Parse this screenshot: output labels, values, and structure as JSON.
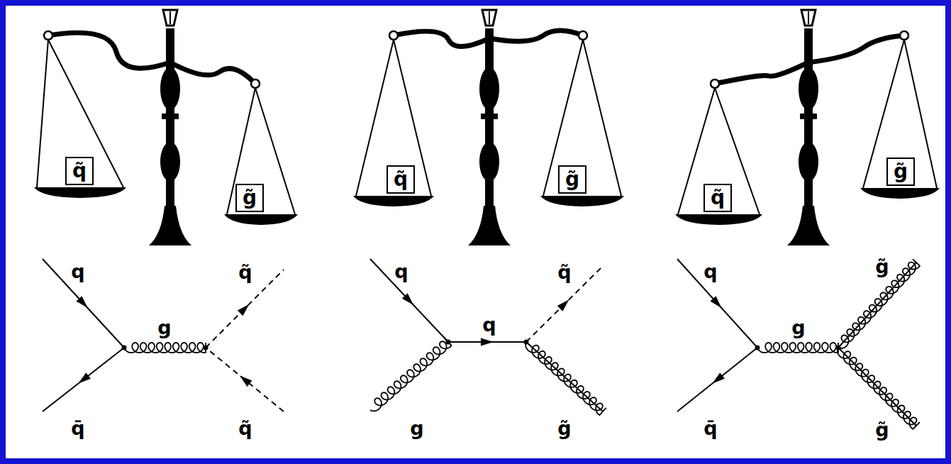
{
  "diagram": {
    "nodes": [
      {
        "text": [
          "q̃"
        ]
      },
      {
        "text": [
          "g̃"
        ]
      },
      {
        "text": [
          "q̃"
        ]
      },
      {
        "text": [
          "g̃"
        ]
      },
      {
        "text": [
          "q̃"
        ]
      },
      {
        "text": [
          "g̃"
        ]
      }
    ],
    "labels": [
      "q",
      "q̄",
      "g",
      "q̃",
      "q̃",
      "q",
      "g",
      "q",
      "q̃",
      "g̃",
      "q",
      "q̄",
      "g",
      "g̃",
      "g̃"
    ]
  }
}
